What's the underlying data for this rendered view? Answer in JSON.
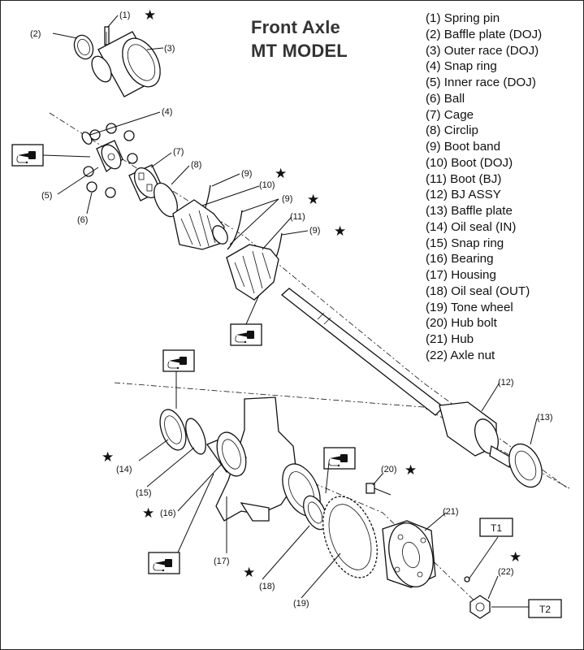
{
  "title": {
    "line1": "Front Axle",
    "line2": "MT MODEL"
  },
  "legend": [
    "(1) Spring pin",
    "(2) Baffle plate (DOJ)",
    "(3) Outer race (DOJ)",
    "(4) Snap ring",
    "(5) Inner race (DOJ)",
    "(6) Ball",
    "(7) Cage",
    "(8) Circlip",
    "(9) Boot band",
    "(10) Boot (DOJ)",
    "(11) Boot (BJ)",
    "(12) BJ ASSY",
    "(13) Baffle plate",
    "(14) Oil seal (IN)",
    "(15) Snap ring",
    "(16) Bearing",
    "(17) Housing",
    "(18) Oil seal (OUT)",
    "(19) Tone wheel",
    "(20) Hub bolt",
    "(21) Hub",
    "(22) Axle nut"
  ],
  "callouts": {
    "c1": "(1)",
    "c2": "(2)",
    "c3": "(3)",
    "c4": "(4)",
    "c5": "(5)",
    "c6": "(6)",
    "c7": "(7)",
    "c8": "(8)",
    "c9a": "(9)",
    "c9b": "(9)",
    "c9c": "(9)",
    "c10": "(10)",
    "c11": "(11)",
    "c12": "(12)",
    "c13": "(13)",
    "c14": "(14)",
    "c15": "(15)",
    "c16": "(16)",
    "c17": "(17)",
    "c18": "(18)",
    "c19": "(19)",
    "c20": "(20)",
    "c21": "(21)",
    "c22": "(22)"
  },
  "star_symbol": "★",
  "torque_labels": {
    "t1": "T1",
    "t2": "T2"
  },
  "icons": {
    "grease": "grease-gun-icon"
  }
}
